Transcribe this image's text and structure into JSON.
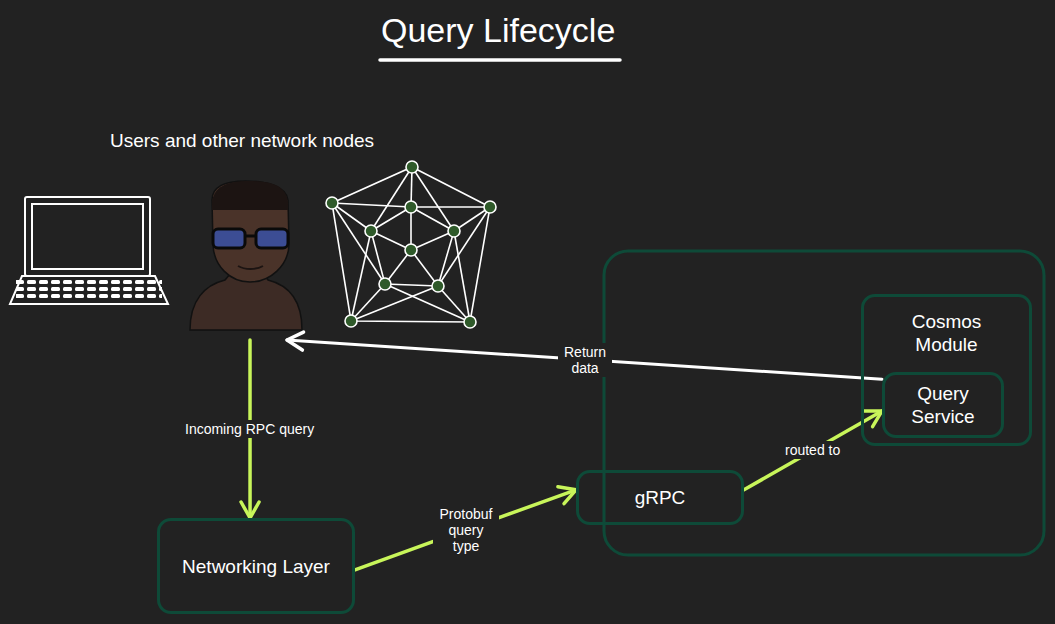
{
  "diagram": {
    "title": "Query Lifecycle",
    "nodes": [
      {
        "text": [
          "Users and other network nodes"
        ]
      },
      {
        "text": [
          "Networking Layer"
        ]
      },
      {
        "text": [
          "gRPC"
        ]
      },
      {
        "text": [
          "Cosmos Module"
        ]
      },
      {
        "text": [
          "Query Service"
        ],
        "in": 3
      }
    ],
    "edges": [
      {
        "from": 0,
        "to": 1,
        "label": "Incoming RPC query",
        "arrow": "to"
      },
      {
        "from": 1,
        "to": 2,
        "label": "Protobuf query type",
        "arrow": "to"
      },
      {
        "from": 2,
        "to": 4,
        "label": "routed to",
        "arrow": "to"
      },
      {
        "from": 4,
        "to": 0,
        "label": "Return data",
        "arrow": "to"
      }
    ]
  }
}
